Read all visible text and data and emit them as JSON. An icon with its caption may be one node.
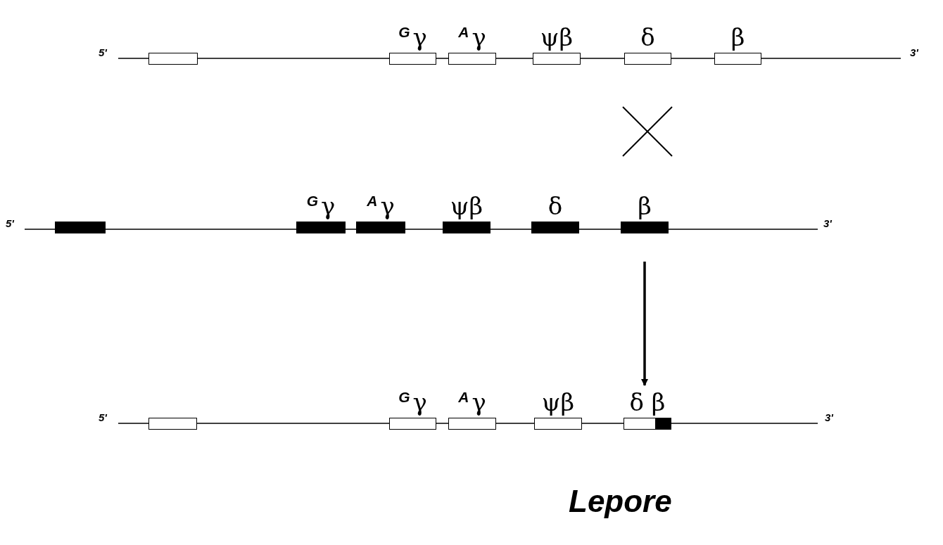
{
  "diagram": {
    "nodes": [
      {
        "text": [],
        "shape": "box"
      },
      {
        "text": [
          "$^{G}$γ"
        ]
      },
      {
        "text": [
          "$^{A}$γ"
        ]
      },
      {
        "text": [
          "ψβ"
        ]
      },
      {
        "text": [
          "δ"
        ]
      },
      {
        "text": [
          "β"
        ]
      },
      {
        "text": [],
        "shape": "box"
      },
      {
        "text": [
          "$^{G}$γ"
        ]
      },
      {
        "text": [
          "$^{A}$γ"
        ]
      },
      {
        "text": [
          "ψβ"
        ]
      },
      {
        "text": [
          "δ"
        ]
      },
      {
        "text": [
          "β"
        ]
      },
      {
        "text": [],
        "shape": "box"
      },
      {
        "text": [
          "$^{G}$γ"
        ]
      },
      {
        "text": [
          "$^{A}$γ"
        ]
      },
      {
        "text": [
          "ψβ"
        ]
      },
      {
        "text": [
          "δ β"
        ]
      }
    ],
    "edges": [
      {
        "from": 11,
        "to": 16,
        "arrow": "to"
      }
    ],
    "labels": [
      "5'",
      "3'",
      "5'",
      "3'",
      "5'",
      "3'",
      "Lepore"
    ]
  }
}
